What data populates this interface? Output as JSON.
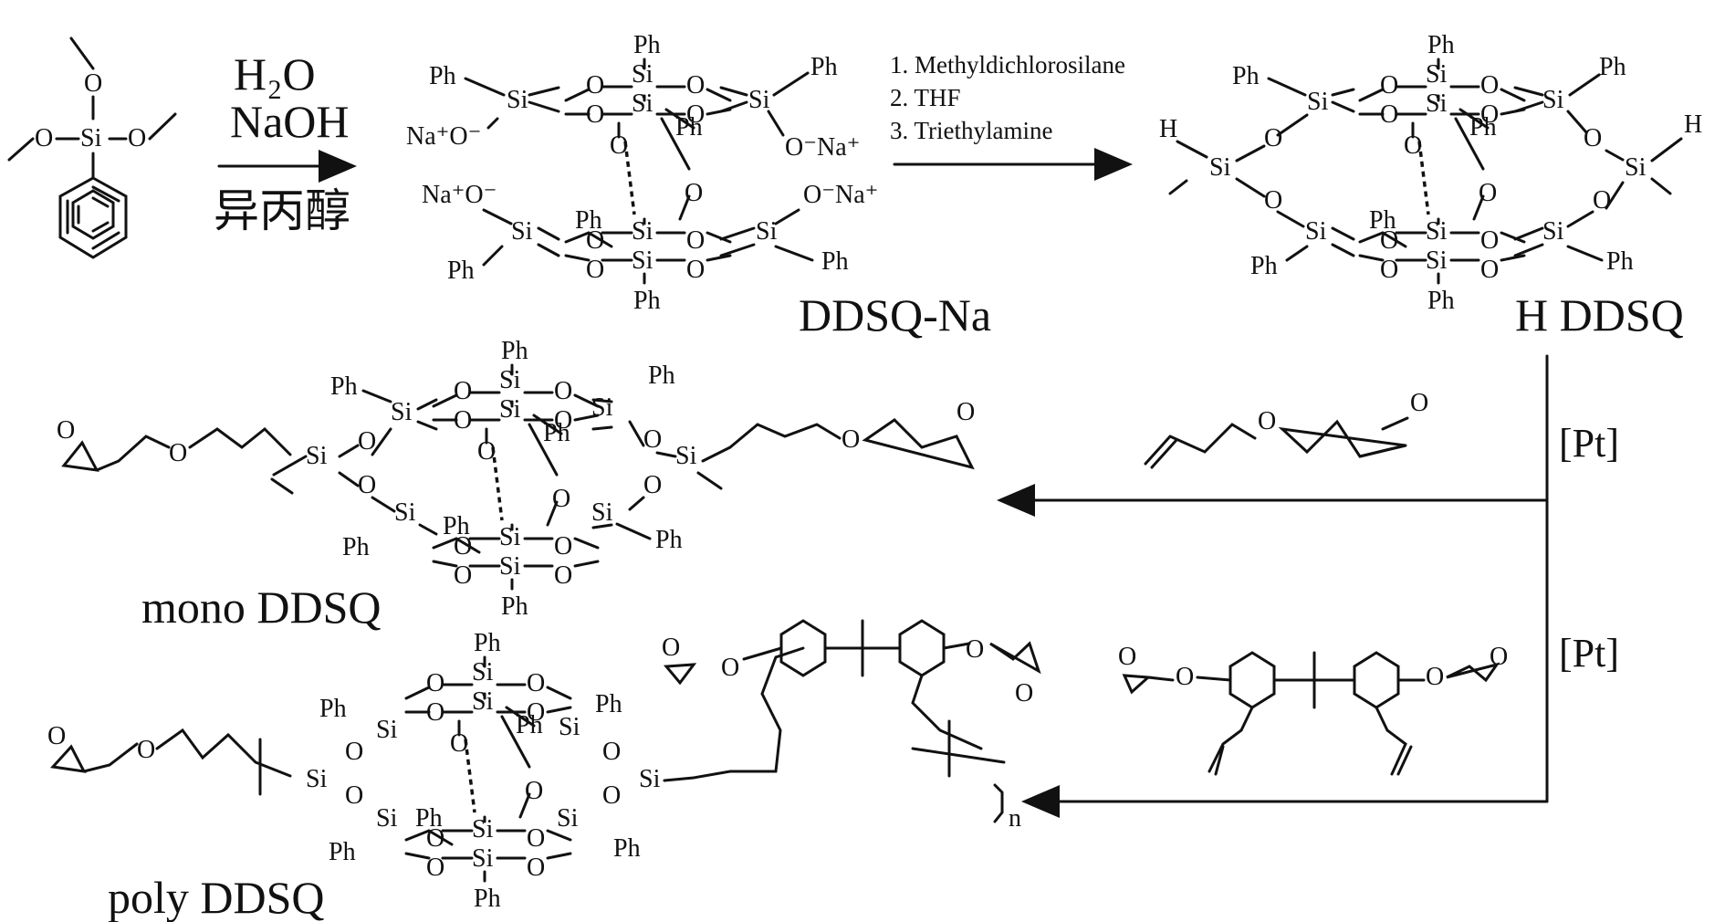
{
  "atoms": {
    "si": "Si",
    "o": "O",
    "ph": "Ph",
    "h": "H",
    "ona": "O⁻Na⁺",
    "naO": "Na⁺O⁻",
    "n": "n"
  },
  "step1": {
    "reagent1": "H₂O",
    "reagent2": "NaOH",
    "solvent": "异丙醇"
  },
  "step2": {
    "conditions": [
      "1. Methyldichlorosilane",
      "2. THF",
      "3. Triethylamine"
    ]
  },
  "catalyst": "[Pt]",
  "compounds": {
    "ddsq_na": "DDSQ-Na",
    "h_ddsq": "H DDSQ",
    "mono_ddsq": "mono DDSQ",
    "poly_ddsq": "poly DDSQ"
  }
}
